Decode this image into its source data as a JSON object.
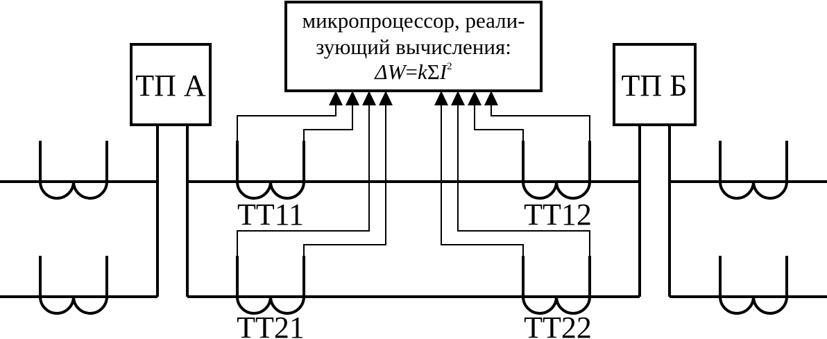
{
  "microprocessor": {
    "line1": "микропроцессор, реали-",
    "line2": "зующий вычисления:",
    "formula": {
      "delta": "ΔW",
      "equals": "=",
      "k": "k",
      "sigma": "Σ",
      "current": "I",
      "power": "2"
    }
  },
  "substations": {
    "a": "ТП А",
    "b": "ТП Б"
  },
  "transformers": {
    "tt11": "ТТ11",
    "tt12": "ТТ12",
    "tt21": "ТТ21",
    "tt22": "ТТ22"
  }
}
